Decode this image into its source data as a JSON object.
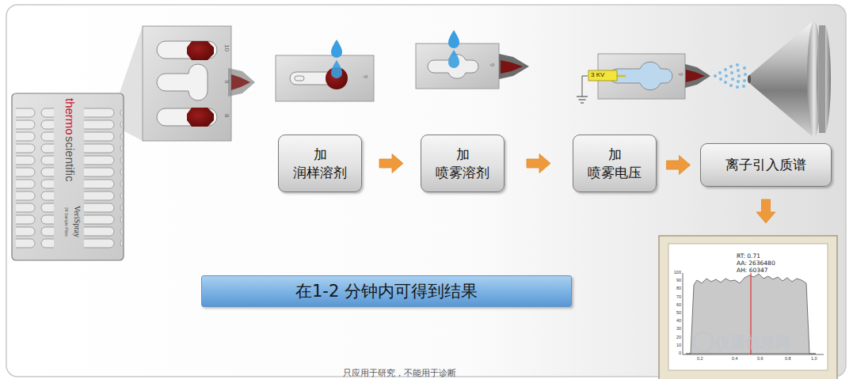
{
  "diagram": {
    "nodes": [
      {
        "text": [
          "加 润样溶剂"
        ]
      },
      {
        "text": [
          "加 喷雾溶剂"
        ]
      },
      {
        "text": [
          "加 喷雾电压"
        ]
      },
      {
        "text": [
          "离子引入质谱"
        ]
      },
      {
        "text": [
          "在1-2 分钟内可得到结果"
        ]
      },
      {
        "text": [
          "RT: 0.71",
          "AA: 2636480",
          "AH: 60347"
        ]
      }
    ],
    "edges": [
      {
        "from": 0,
        "to": 1,
        "arrow": "to"
      },
      {
        "from": 1,
        "to": 2,
        "arrow": "to"
      },
      {
        "from": 2,
        "to": 3,
        "arrow": "to"
      },
      {
        "from": 3,
        "to": 5,
        "arrow": "to"
      }
    ],
    "labels": [
      "thermo",
      "scientific",
      "VeriSpray",
      "24 Sample Plate",
      "10",
      "9",
      "8",
      "9",
      "9",
      "9",
      "3 KV",
      "100",
      "90",
      "80",
      "70",
      "60",
      "50",
      "40",
      "30",
      "20",
      "10",
      "0",
      "0.2",
      "0.4",
      "0.6",
      "0.8",
      "1.0",
      "仪器信息网",
      "只应用于研究，不能用于诊断"
    ]
  }
}
